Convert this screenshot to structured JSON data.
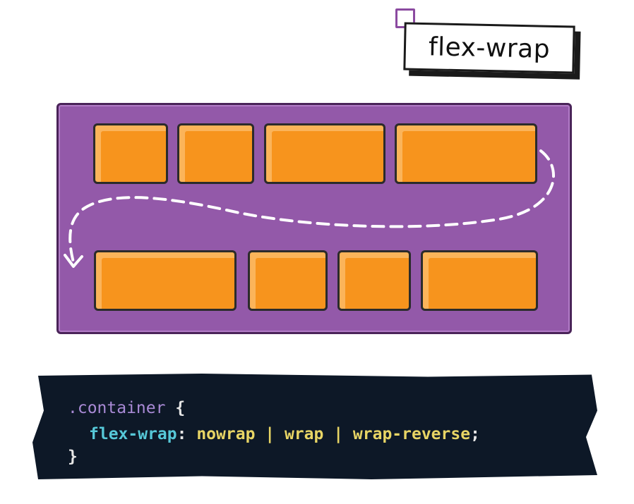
{
  "title": "flex-wrap",
  "code": {
    "line1": {
      "selector": ".container",
      "brace_open": " {"
    },
    "line2": {
      "property": "flex-wrap",
      "colon": ": ",
      "value_nowrap": "nowrap",
      "sep1": " | ",
      "value_wrap": "wrap",
      "sep2": " | ",
      "value_wrap_reverse": "wrap-reverse",
      "semicolon": ";"
    },
    "line3": {
      "brace_close": "}"
    }
  },
  "colors": {
    "container": "#9359a9",
    "item": "#f7941d",
    "code_background": "#0d1827",
    "selector": "#a98ad6",
    "property": "#56c8d8",
    "value": "#e8d565"
  }
}
